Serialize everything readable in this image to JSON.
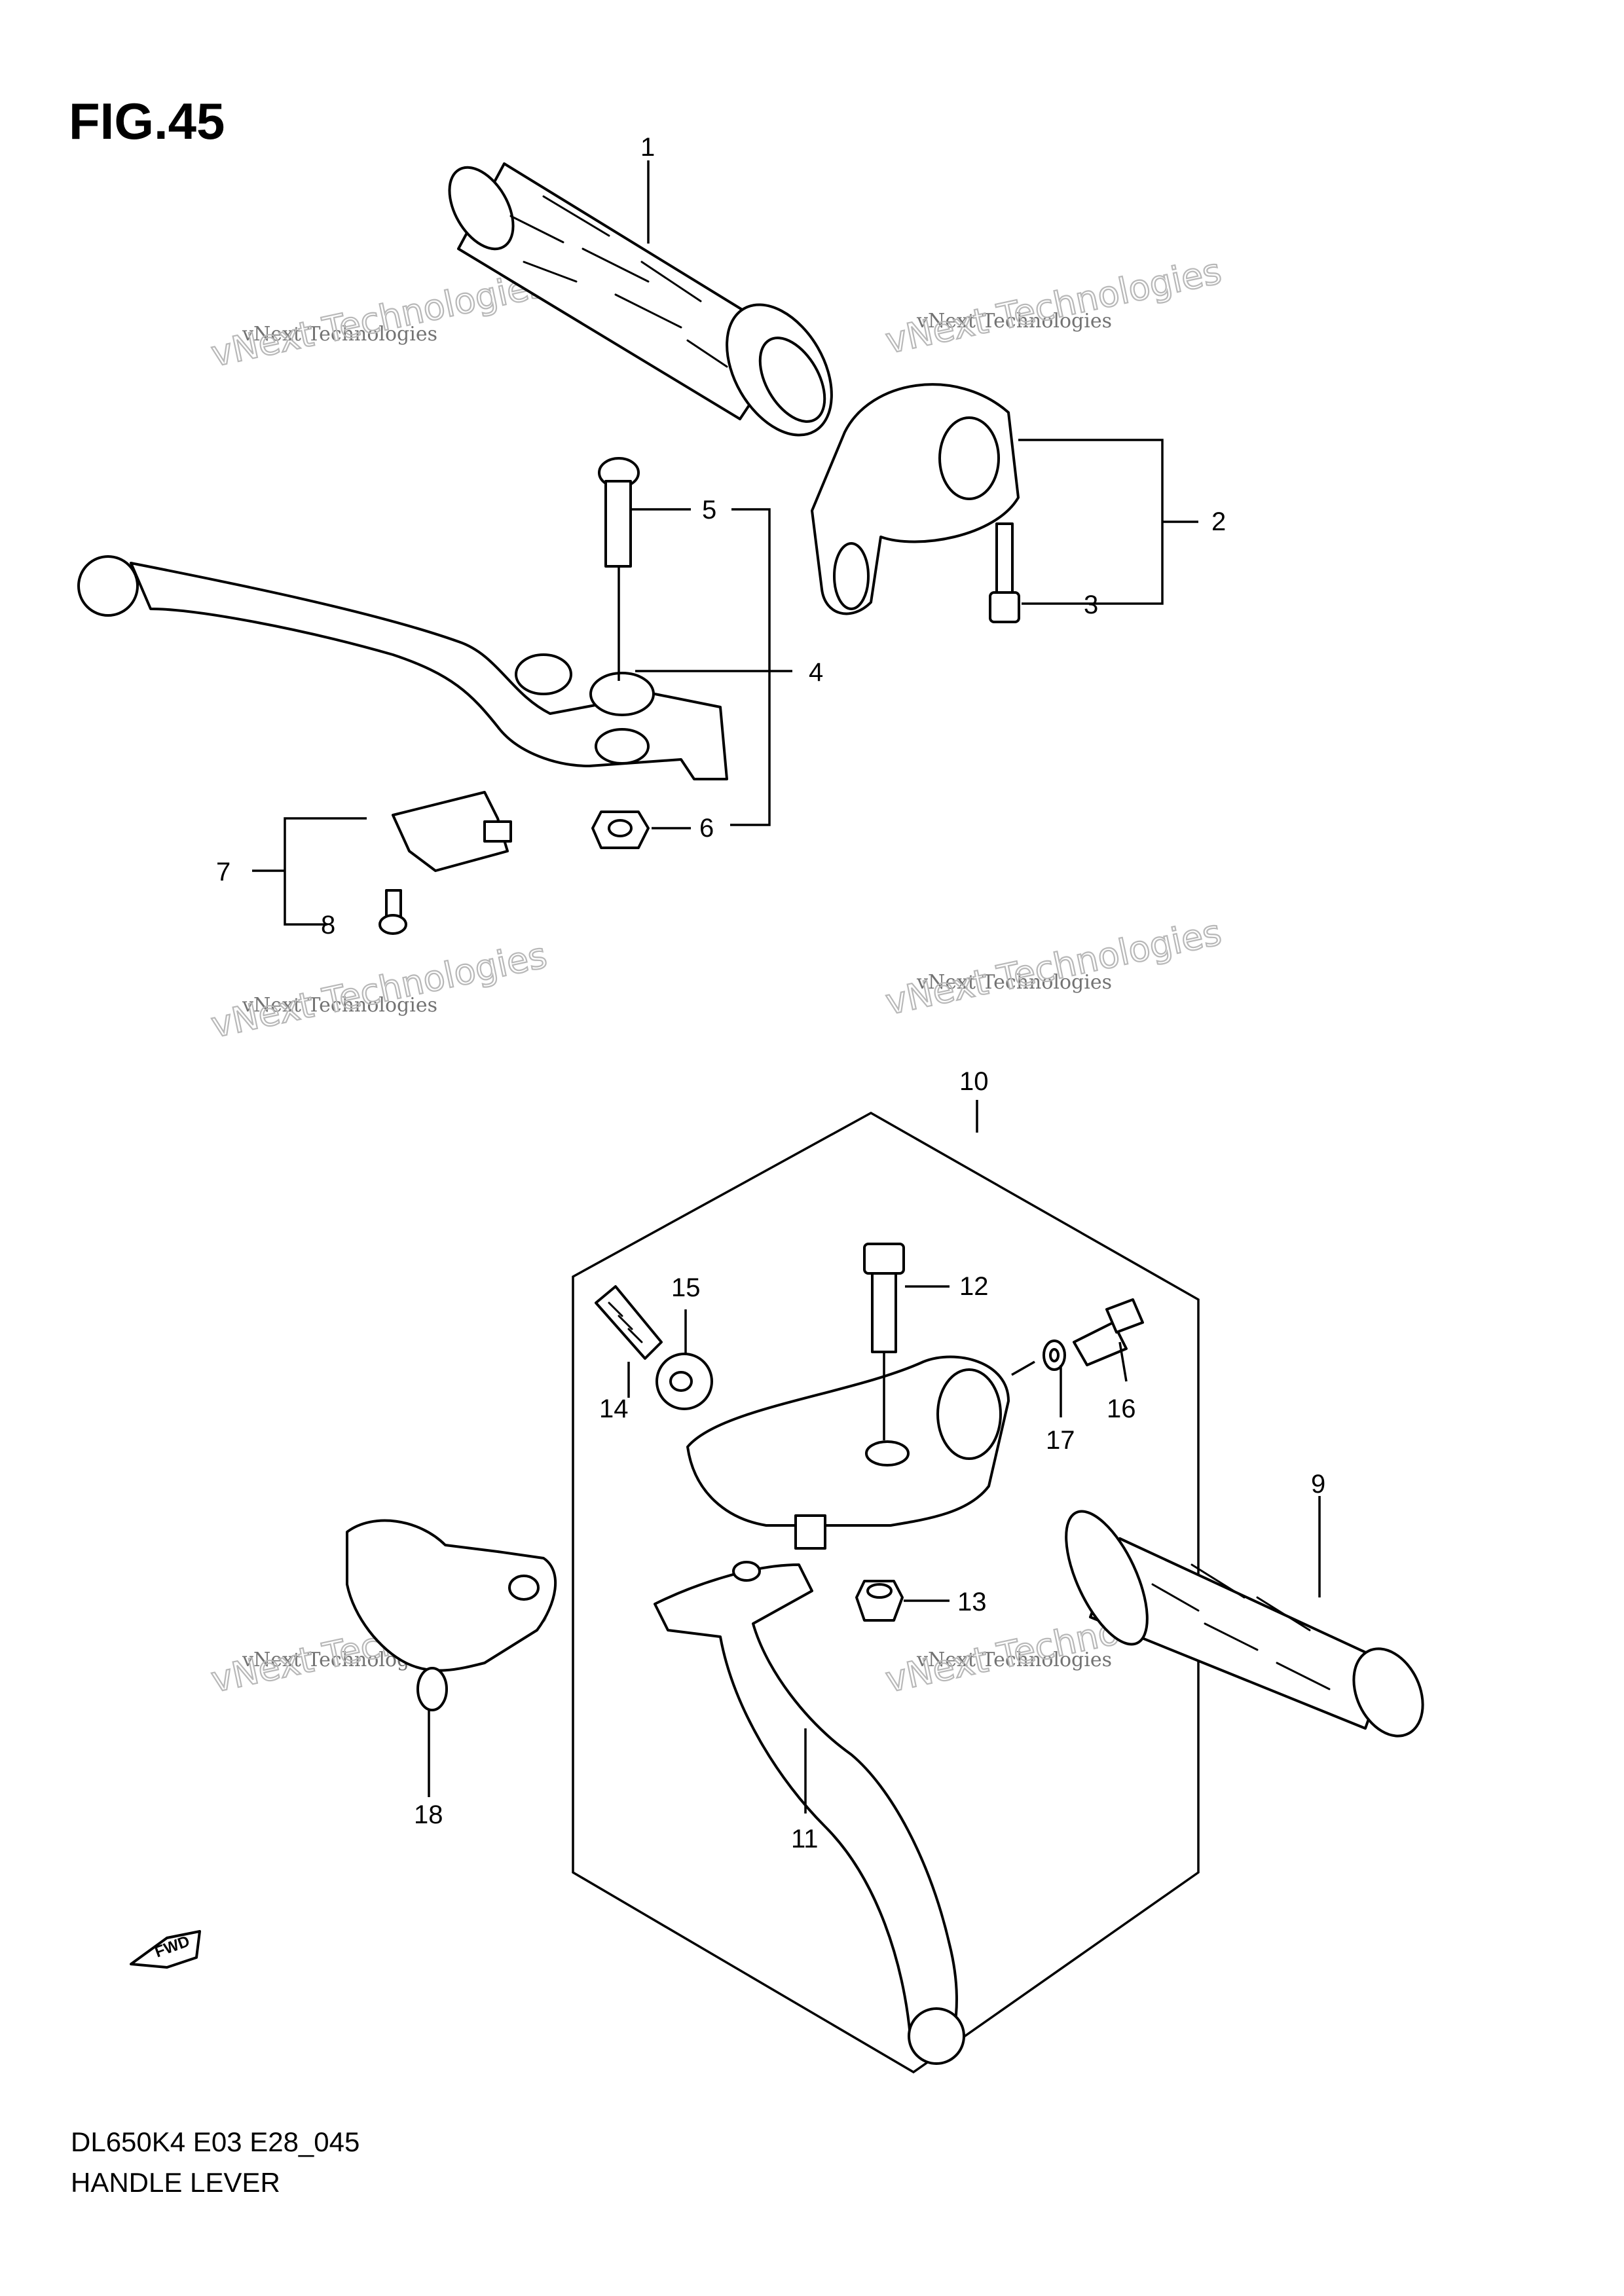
{
  "figure": {
    "title": "FIG.45",
    "code": "DL650K4 E03 E28_045",
    "name": "HANDLE LEVER"
  },
  "callouts": [
    "1",
    "2",
    "3",
    "4",
    "5",
    "6",
    "7",
    "8",
    "9",
    "10",
    "11",
    "12",
    "13",
    "14",
    "15",
    "16",
    "17",
    "18"
  ],
  "fwd_label": "FWD",
  "watermark": {
    "line1": "vNext Technologies",
    "line2": "vNext Technologies"
  }
}
